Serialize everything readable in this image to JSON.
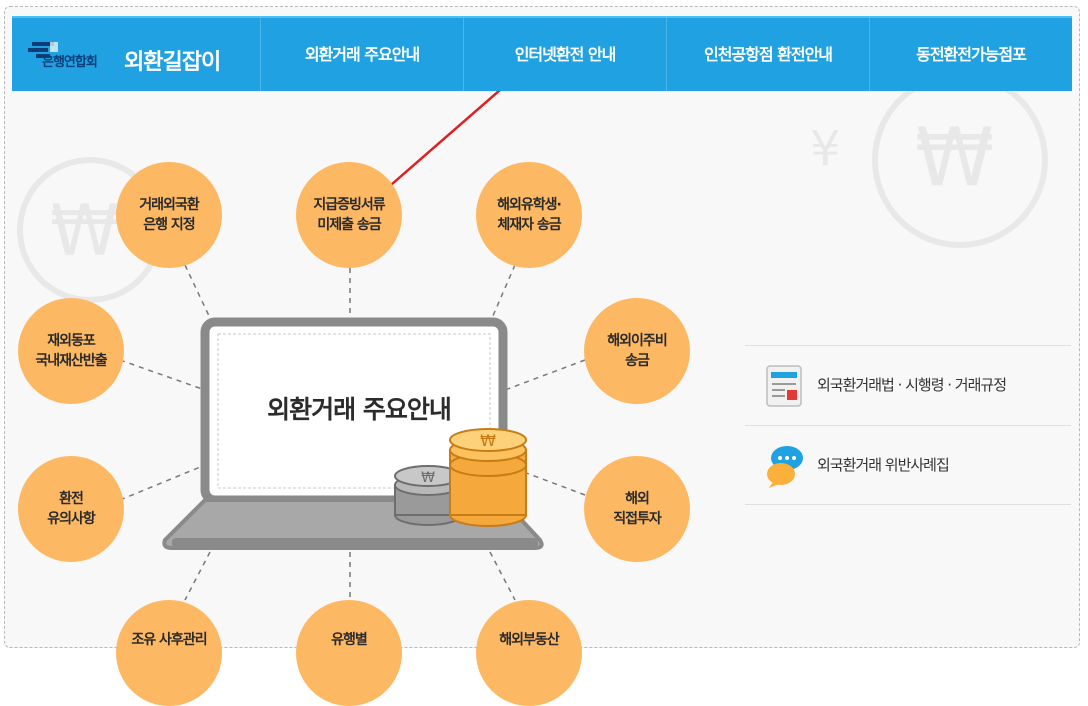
{
  "header": {
    "logo_text": "은행연합회",
    "brand_title": "외환길잡이",
    "nav": [
      {
        "label": "외환거래 주요안내"
      },
      {
        "label": "인터넷환전 안내"
      },
      {
        "label": "인천공항점 환전안내"
      },
      {
        "label": "동전환전가능점포"
      }
    ]
  },
  "main": {
    "laptop_title": "외환거래 주요안내",
    "bubbles": [
      {
        "label": "거래외국환\n은행 지정"
      },
      {
        "label": "지급증빙서류\n미제출 송금"
      },
      {
        "label": "해외유학생·\n체재자 송금"
      },
      {
        "label": "재외동포\n국내재산반출"
      },
      {
        "label": "해외이주비\n송금"
      },
      {
        "label": "환전\n유의사항"
      },
      {
        "label": "해외\n직접투자"
      },
      {
        "label": "조유 사후관리"
      },
      {
        "label": "유행별"
      },
      {
        "label": "해외부동산"
      }
    ]
  },
  "side": {
    "items": [
      {
        "label": "외국환거래법 · 시행령 · 거래규정",
        "icon": "document-icon"
      },
      {
        "label": "외국환거래 위반사례집",
        "icon": "speech-bubble-icon"
      }
    ]
  },
  "colors": {
    "header_bg": "#1fa1e2",
    "bubble": "#fdb864",
    "arrow": "#e02020"
  }
}
